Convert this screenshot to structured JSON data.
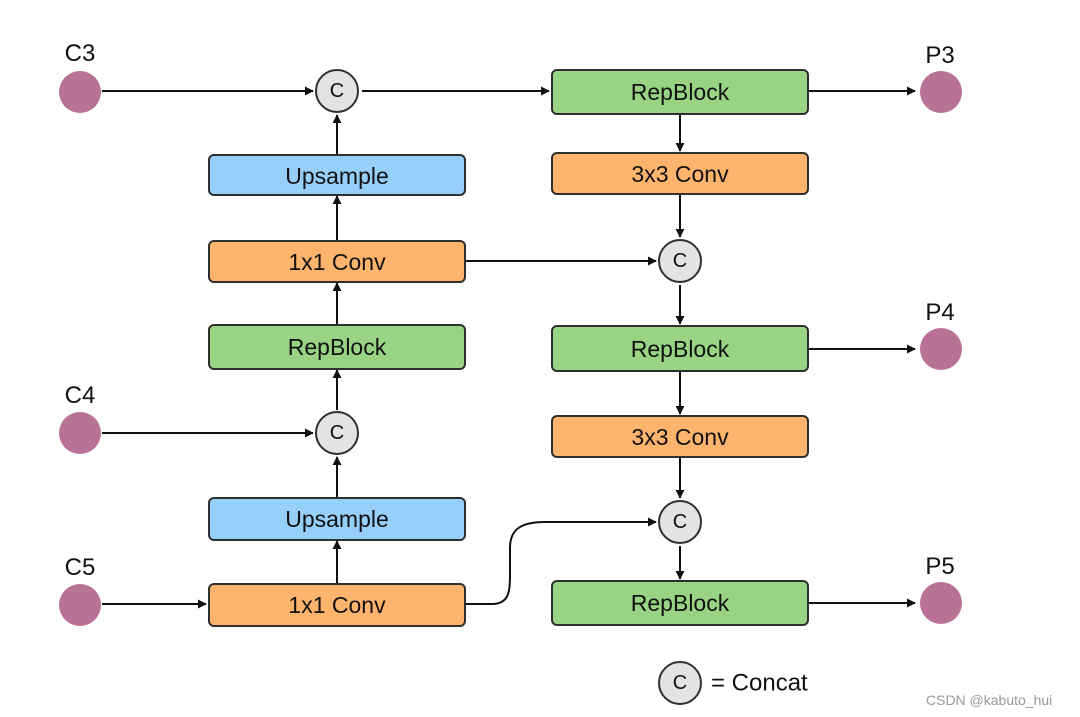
{
  "colors": {
    "conv": "#ffb46e",
    "repblock": "#98d483",
    "upsample": "#97cffb",
    "io_node": "#b77295",
    "concat": "#e3e3e3",
    "stroke": "#2f2f2f"
  },
  "inputs": {
    "c3": "C3",
    "c4": "C4",
    "c5": "C5"
  },
  "outputs": {
    "p3": "P3",
    "p4": "P4",
    "p5": "P5"
  },
  "left_column": {
    "upsample_top": "Upsample",
    "conv1x1_top": "1x1 Conv",
    "repblock": "RepBlock",
    "upsample_bottom": "Upsample",
    "conv1x1_bottom": "1x1 Conv"
  },
  "right_column": {
    "repblock_top": "RepBlock",
    "conv3x3_top": "3x3 Conv",
    "repblock_middle": "RepBlock",
    "conv3x3_bottom": "3x3 Conv",
    "repblock_bottom": "RepBlock"
  },
  "concat": {
    "symbol": "C"
  },
  "legend": {
    "symbol": "C",
    "text": "= Concat"
  },
  "watermark": "CSDN @kabuto_hui"
}
